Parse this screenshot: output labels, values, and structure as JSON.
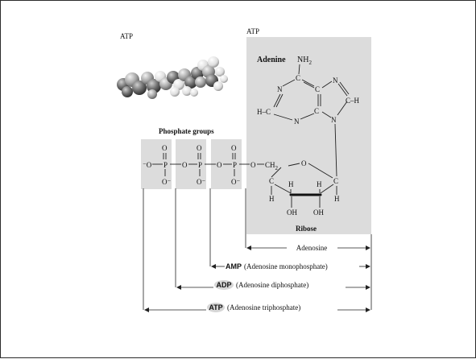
{
  "labels": {
    "atp_model": "ATP",
    "atp_structure": "ATP",
    "adenine": "Adenine",
    "nh2": "NH",
    "nh2_sub": "2",
    "phosphate_groups": "Phosphate groups",
    "ribose": "Ribose"
  },
  "atoms": {
    "n": "N",
    "c": "C",
    "h": "H",
    "o": "O",
    "p": "P",
    "o_minus": "⁻O",
    "o_sub_minus": "O⁻",
    "oh": "OH",
    "ch2": "CH",
    "ch2_sub": "2",
    "h_dash_c": "H–C",
    "c_dash_h": "C–H"
  },
  "brackets": {
    "adenosine": "Adenosine",
    "amp_abbr": "AMP",
    "amp_name": "(Adenosine monophosphate)",
    "adp_abbr": "ADP",
    "adp_name": "(Adenosine diphosphate)",
    "atp_abbr": "ATP",
    "atp_name": "(Adenosine triphosphate)"
  },
  "colors": {
    "shade": "#dcdcdc",
    "atom_dark": "#5e5e5e",
    "atom_mid": "#9a9a9a",
    "atom_light": "#e2e2e2"
  }
}
